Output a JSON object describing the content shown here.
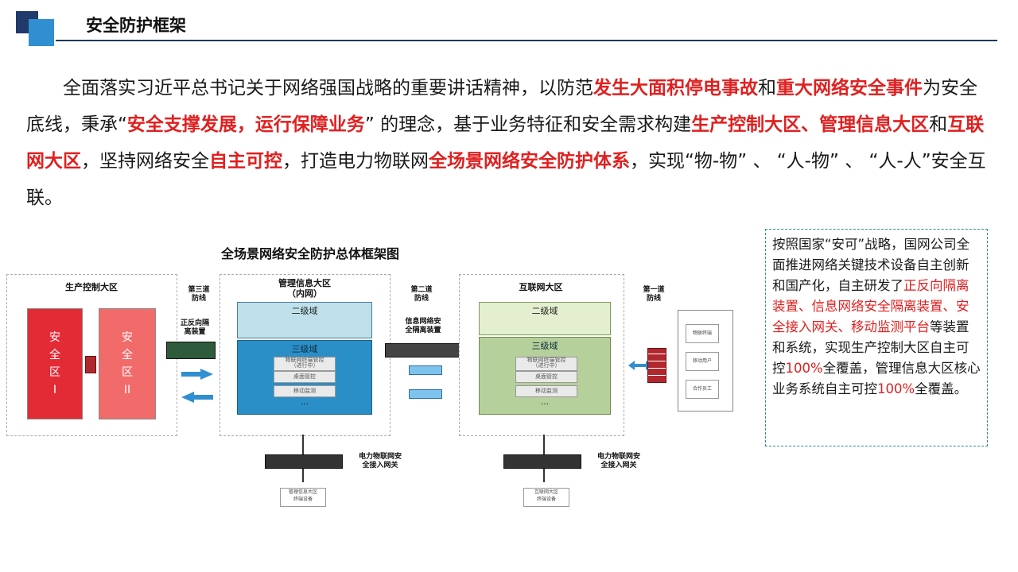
{
  "header": {
    "title": "安全防护框架"
  },
  "intro": [
    {
      "t": "全面落实习近平总书记关于网络强国战略的重要讲话精神，以防范",
      "hl": false
    },
    {
      "t": "发生大面积停电事故",
      "hl": true
    },
    {
      "t": "和",
      "hl": false
    },
    {
      "t": "重大网络安全事件",
      "hl": true
    },
    {
      "t": "为安全底线，秉承“",
      "hl": false
    },
    {
      "t": "安全支撑发展，运行保障业务",
      "hl": true
    },
    {
      "t": "” 的理念，基于业务特征和安全需求构建",
      "hl": false
    },
    {
      "t": "生产控制大区",
      "hl": true
    },
    {
      "t": "、",
      "hl": true
    },
    {
      "t": "管理信息大区",
      "hl": true
    },
    {
      "t": "和",
      "hl": false
    },
    {
      "t": "互联网大区",
      "hl": true
    },
    {
      "t": "，坚持网络安全",
      "hl": false
    },
    {
      "t": "自主可控",
      "hl": true
    },
    {
      "t": "，打造电力物联网",
      "hl": false
    },
    {
      "t": "全场景网络安全防护体系",
      "hl": true
    },
    {
      "t": "，实现“物-物” 、 “人-物” 、 “人-人”安全互联。",
      "hl": false
    }
  ],
  "diagram": {
    "title": "全场景网络安全防护总体框架图",
    "zones": {
      "production": "生产控制大区",
      "management": "管理信息大区\n（内网）",
      "internet": "互联网大区"
    },
    "safety_zones": {
      "zone1": "安\n全\n区\nI",
      "zone2": "安\n全\n区\nII"
    },
    "lines": {
      "third": "第三道\n防线",
      "second": "第二道\n防线",
      "first": "第一道\n防线"
    },
    "devices": {
      "isolation": "正反向隔\n离装置",
      "info_isolation": "信息网络安\n全隔离装置",
      "gateway_left": "电力物联网安\n全接入网关",
      "gateway_right": "电力物联网安\n全接入网关"
    },
    "levels": {
      "mgmt_l2": "二级域",
      "mgmt_l3": "三级域",
      "inet_l2": "二级域",
      "inet_l3": "三级域"
    },
    "mgmt_systems": [
      "物联网终端管控\n（进行中）",
      "桌面管控",
      "移动监测"
    ],
    "inet_systems": [
      "物联网终端管控\n（进行中）",
      "桌面管控",
      "移动监测"
    ],
    "ellipsis": "…",
    "clients": [
      "物联终端",
      "移动用户",
      "合作员工"
    ],
    "bottom_left": "管理信息大区\n终端设备",
    "bottom_right": "互联网大区\n终端设备"
  },
  "callout": [
    {
      "t": "按照国家“安可”战略，国网公司全面推进网络关键技术设备自主创新和国产化，自主研发了",
      "hl": false
    },
    {
      "t": "正反向隔离装置、信息网络安全隔离装置、安全接入网关、移动监测平台",
      "hl": true
    },
    {
      "t": "等装置和系统，实现生产控制大区自主可控",
      "hl": false
    },
    {
      "t": "100%",
      "hl": true
    },
    {
      "t": "全覆盖，管理信息大区核心业务系统自主可控",
      "hl": false
    },
    {
      "t": "100%",
      "hl": true
    },
    {
      "t": "全覆盖。",
      "hl": false
    }
  ],
  "colors": {
    "accent_red": "#e02020",
    "navy": "#1f3a6b",
    "blue": "#2f8fd0",
    "teal_border": "#2a8f8a"
  }
}
